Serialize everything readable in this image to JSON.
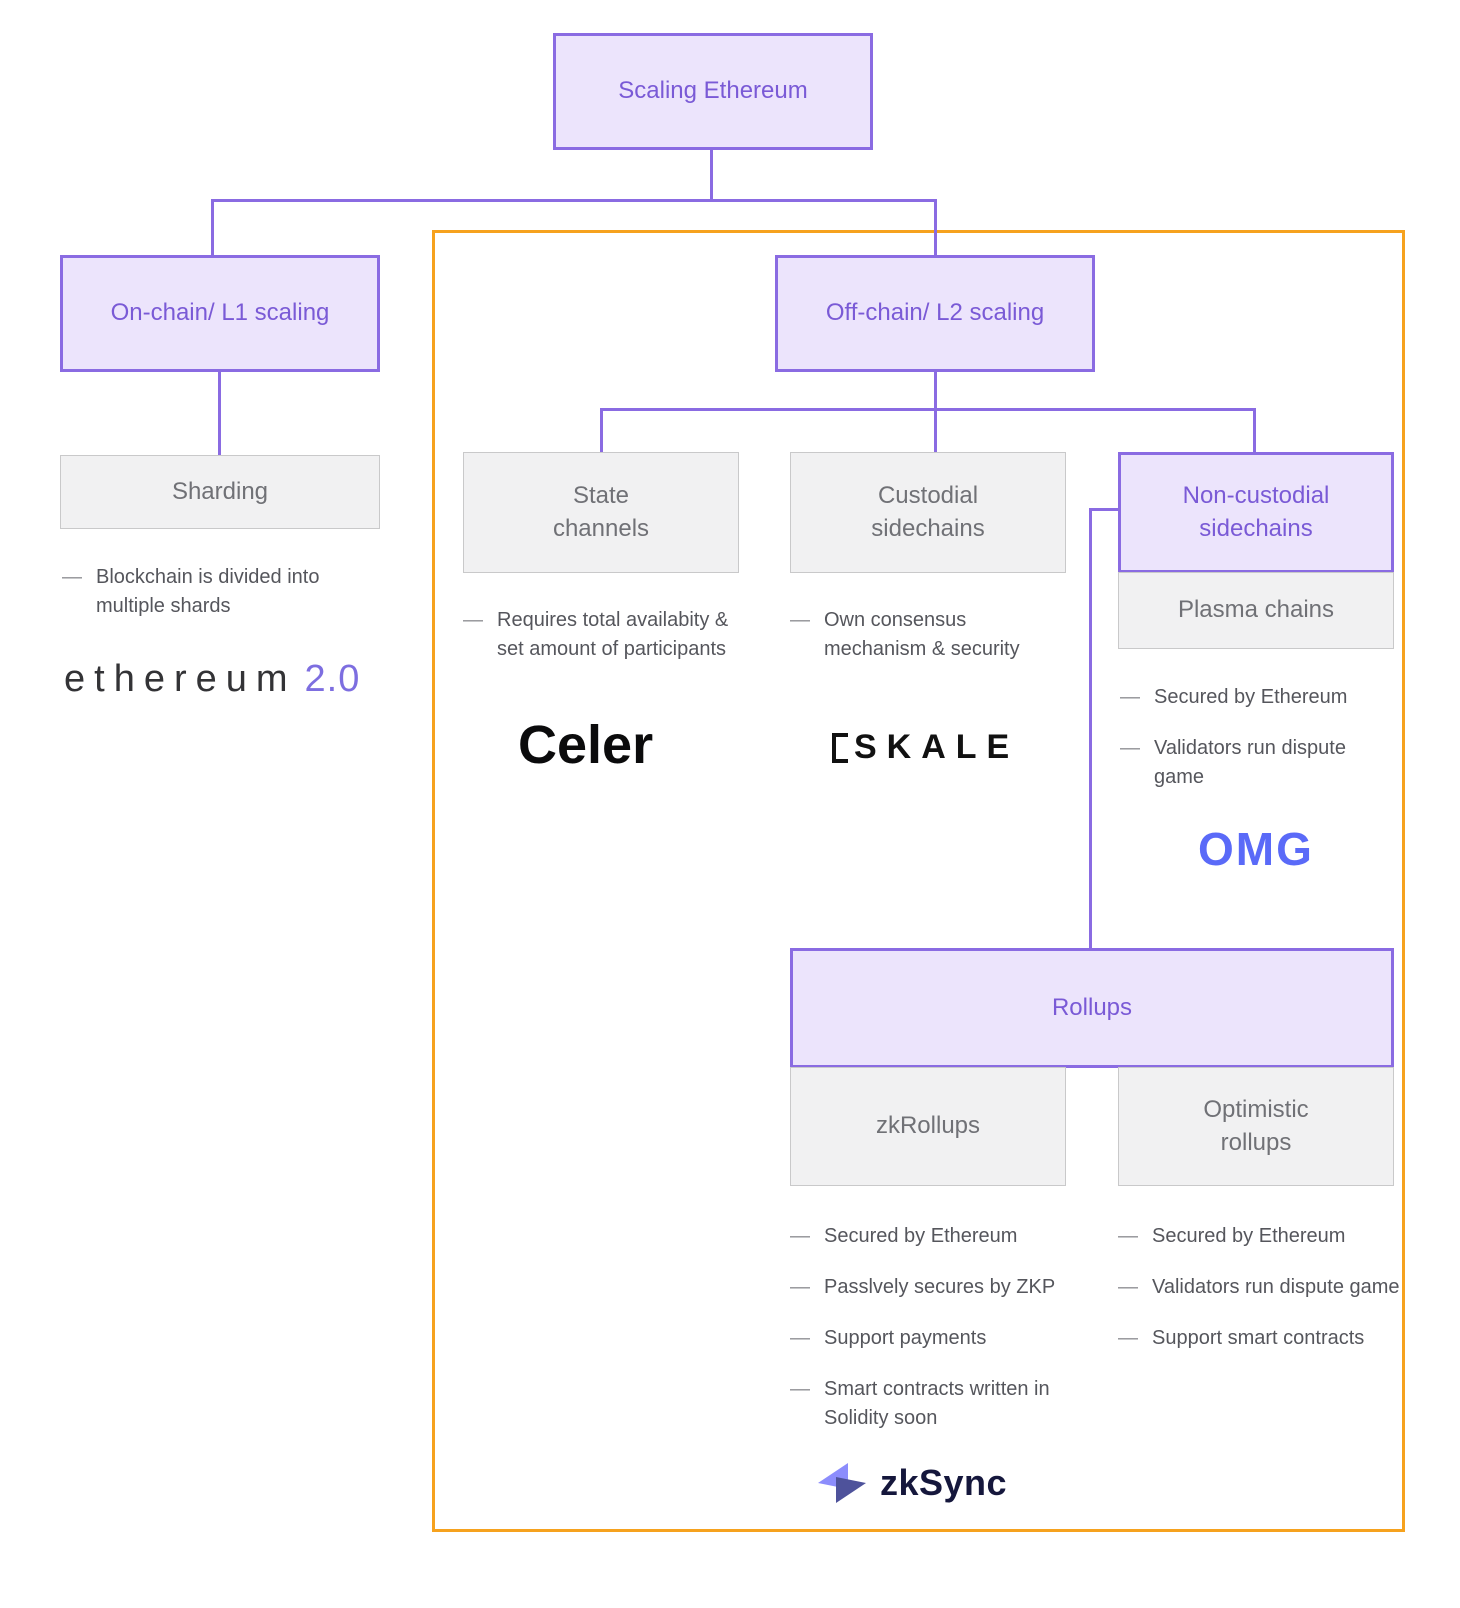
{
  "title": "Scaling Ethereum diagram",
  "colors": {
    "accent_purple": "#8a6be2",
    "purple_fill": "#ece4fc",
    "purple_text": "#7a5ad6",
    "frame_orange": "#f6a21e",
    "gray_fill": "#f1f1f2",
    "gray_border": "#c9c9ca",
    "gray_text": "#707176",
    "bullet_text": "#55565c",
    "omg_blue": "#5a6af8",
    "zksync_navy": "#15173c",
    "zksync_light_arrow": "#8c8dfc",
    "zksync_dark_arrow": "#4e529b"
  },
  "nodes": {
    "root": {
      "label": "Scaling Ethereum"
    },
    "on_chain": {
      "label": "On-chain/ L1 scaling"
    },
    "sharding": {
      "label": "Sharding"
    },
    "off_chain": {
      "label": "Off-chain/ L2 scaling"
    },
    "state_channels": {
      "label": "State channels"
    },
    "custodial": {
      "label": "Custodial sidechains"
    },
    "non_custodial": {
      "label": "Non-custodial sidechains"
    },
    "plasma": {
      "label": "Plasma chains"
    },
    "rollups": {
      "label": "Rollups"
    },
    "zk_rollups": {
      "label": "zkRollups"
    },
    "optimistic": {
      "label": "Optimistic rollups"
    }
  },
  "notes": {
    "sharding": [
      "Blockchain is divided into multiple shards"
    ],
    "state_channels": [
      "Requires total availabity & set amount of participants"
    ],
    "custodial": [
      "Own consensus mechanism & security"
    ],
    "non_custodial": [
      "Secured by Ethereum",
      "Validators run dispute game"
    ],
    "zk_rollups": [
      "Secured by Ethereum",
      "Passlvely secures by ZKP",
      "Support payments",
      "Smart contracts written in Solidity soon"
    ],
    "optimistic": [
      "Secured by Ethereum",
      "Validators run dispute game",
      "Support smart contracts"
    ]
  },
  "logos": {
    "ethereum_word": "ethereum",
    "ethereum_version": "2.0",
    "celer": "Celer",
    "skale": "SKALE",
    "omg": "OMG",
    "zksync": "zkSync"
  }
}
